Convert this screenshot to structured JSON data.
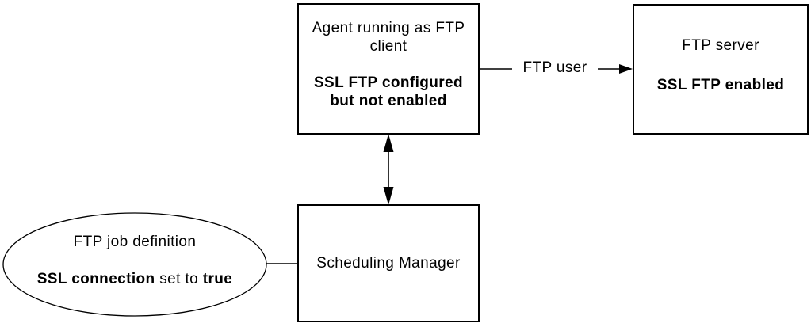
{
  "colors": {
    "line": "#000000",
    "text": "#000000",
    "background": "#ffffff"
  },
  "agent_box": {
    "line1": "Agent running as FTP",
    "line2": "client",
    "status_line1": "SSL FTP configured",
    "status_line2": "but not enabled"
  },
  "ftp_server_box": {
    "title": "FTP server",
    "status": "SSL FTP enabled"
  },
  "scheduling_manager_box": {
    "label": "Scheduling Manager"
  },
  "ftp_job_ellipse": {
    "title": "FTP job definition",
    "setting_name": "SSL connection",
    "setting_connector": " set to ",
    "setting_value": "true"
  },
  "ftp_user_arrow": {
    "label": "FTP user"
  }
}
